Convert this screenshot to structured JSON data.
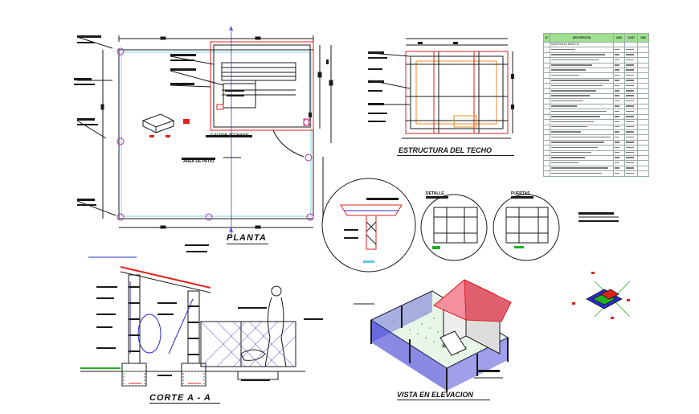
{
  "titles": {
    "plan": "PLANTA",
    "roof_structure": "ESTRUCTURA DEL TECHO",
    "section": "CORTE  A - A",
    "elevation_view": "VISTA EN ELEVACION",
    "section_marker": "A",
    "shed_label": "GALPON TECHADO",
    "yard_label": "AREA DE PATIO",
    "detail1": "DETALLE",
    "detail2": "PUERTAS"
  },
  "table": {
    "headers": [
      "N°",
      "DESCRIPCION",
      "UND",
      "CANT",
      "OBS"
    ],
    "first_row": "MATERIALES BASICOS",
    "row_count": 26
  },
  "colors": {
    "line": "#1a1a1a",
    "red": "#e0201a",
    "blue": "#2a2ad0",
    "magenta": "#b030c0",
    "green": "#20b020",
    "cyan": "#60c8e0",
    "orange": "#f08a20",
    "table_header": "#9fe08f"
  }
}
